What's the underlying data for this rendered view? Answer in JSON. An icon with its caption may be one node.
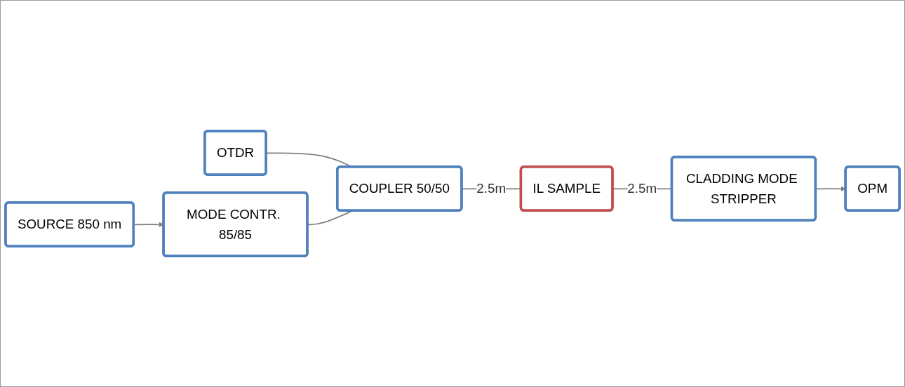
{
  "diagram": {
    "nodes": [
      {
        "text": [
          "OTDR"
        ]
      },
      {
        "text": [
          "SOURCE 850 nm"
        ]
      },
      {
        "text": [
          "MODE CONTR. 85/85"
        ]
      },
      {
        "text": [
          "COUPLER 50/50"
        ]
      },
      {
        "text": [
          "IL SAMPLE"
        ]
      },
      {
        "text": [
          "CLADDING MODE STRIPPER"
        ]
      },
      {
        "text": [
          "OPM"
        ]
      }
    ],
    "edges": [
      {
        "from": 1,
        "to": 2,
        "arrow": "to"
      },
      {
        "from": 0,
        "to": 3,
        "arrow": "none"
      },
      {
        "from": 2,
        "to": 3,
        "arrow": "none"
      },
      {
        "from": 3,
        "to": 4,
        "arrow": "none",
        "label": "2.5m"
      },
      {
        "from": 4,
        "to": 5,
        "arrow": "none",
        "label": "2.5m"
      },
      {
        "from": 5,
        "to": 6,
        "arrow": "to"
      }
    ]
  }
}
